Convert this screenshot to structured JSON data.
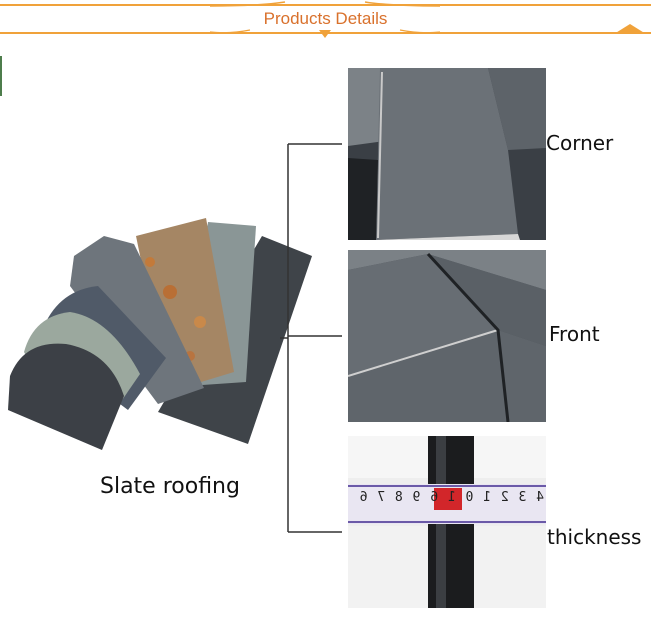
{
  "header": {
    "title": "Products Details"
  },
  "main": {
    "product_label": "Slate roofing",
    "details": [
      {
        "label": "Corner"
      },
      {
        "label": "Front"
      },
      {
        "label": "thickness"
      }
    ],
    "ruler_digits": "4 3 2 1 0 1 6 9 8 7 6"
  },
  "colors": {
    "accent": "#f0a23a",
    "title": "#d9712c",
    "slate": "#4a4f55"
  }
}
